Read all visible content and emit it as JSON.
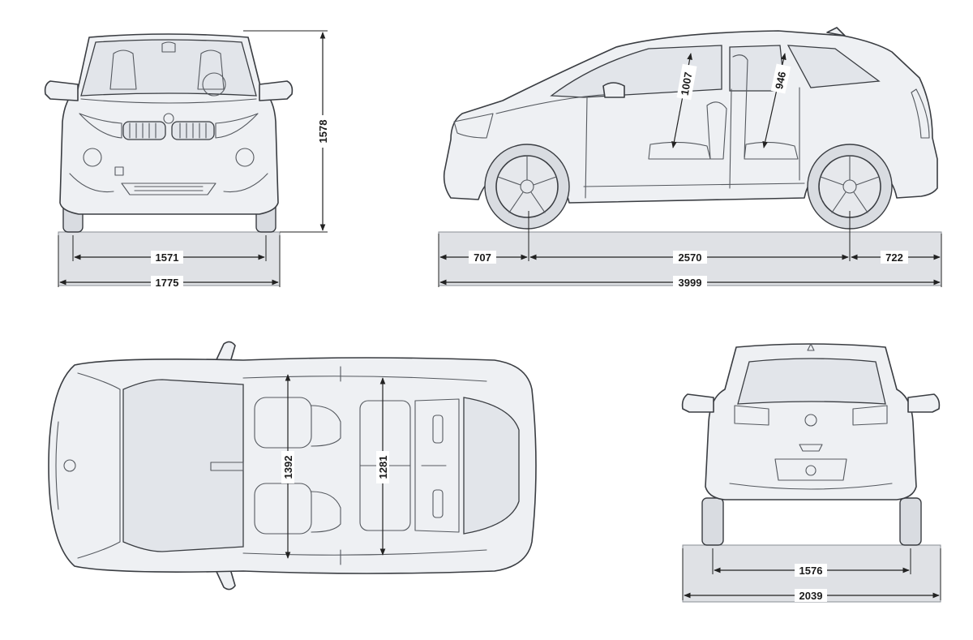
{
  "dimensions": {
    "front_track": "1571",
    "overall_width": "1775",
    "overall_height": "1578",
    "front_overhang": "707",
    "wheelbase": "2570",
    "rear_overhang": "722",
    "overall_length": "3999",
    "front_door_opening": "1007",
    "rear_door_opening": "946",
    "front_interior_width": "1392",
    "rear_interior_width": "1281",
    "rear_track": "1576",
    "overall_width_mirrors": "2039"
  }
}
